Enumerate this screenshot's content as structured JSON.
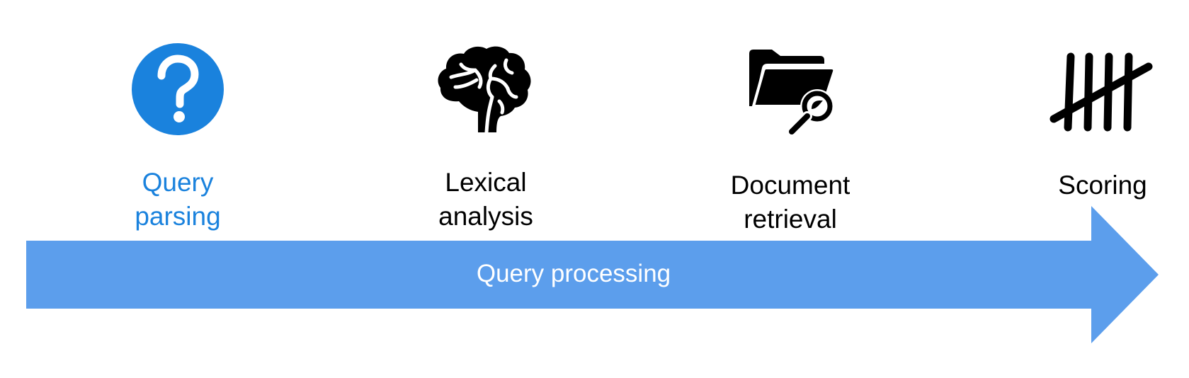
{
  "colors": {
    "accent": "#1a82dd",
    "arrow": "#5c9eec",
    "text": "#000000",
    "arrow_text": "#ffffff"
  },
  "steps": [
    {
      "icon": "question-circle-icon",
      "label_line1": "Query",
      "label_line2": "parsing",
      "highlighted": true
    },
    {
      "icon": "brain-icon",
      "label_line1": "Lexical",
      "label_line2": "analysis",
      "highlighted": false
    },
    {
      "icon": "folder-search-icon",
      "label_line1": "Document",
      "label_line2": "retrieval",
      "highlighted": false
    },
    {
      "icon": "tally-marks-icon",
      "label_line1": "Scoring",
      "label_line2": "",
      "highlighted": false
    }
  ],
  "arrow": {
    "label": "Query processing"
  }
}
